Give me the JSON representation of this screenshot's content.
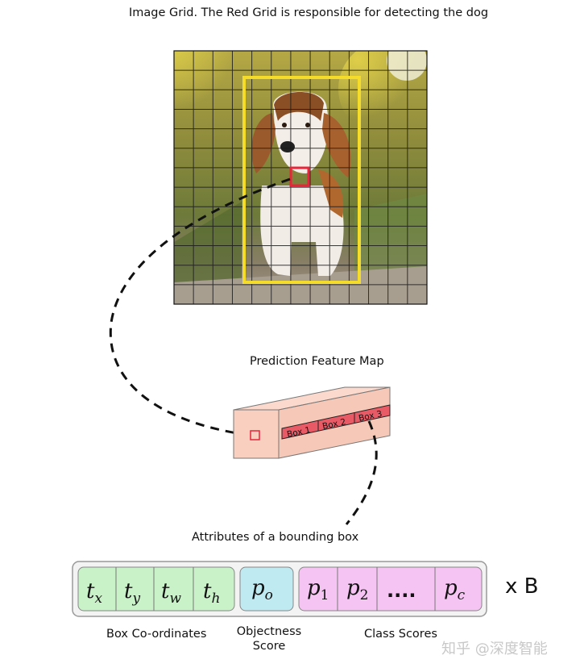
{
  "title": "Image Grid. The Red Grid is responsible for detecting the dog",
  "feature_map": {
    "label": "Prediction Feature Map",
    "boxes": [
      "Box 1",
      "Box 2",
      "Box 3"
    ]
  },
  "attributes": {
    "label": "Attributes of a bounding box",
    "box_coords": {
      "label": "Box Co-ordinates",
      "cells": [
        {
          "base": "t",
          "sub": "x"
        },
        {
          "base": "t",
          "sub": "y"
        },
        {
          "base": "t",
          "sub": "w"
        },
        {
          "base": "t",
          "sub": "h"
        }
      ]
    },
    "objectness": {
      "label_line1": "Objectness",
      "label_line2": "Score",
      "cell": {
        "base": "p",
        "sub": "o"
      }
    },
    "class_scores": {
      "label": "Class Scores",
      "cells": [
        {
          "base": "p",
          "sub": "1"
        },
        {
          "base": "p",
          "sub": "2"
        },
        {
          "base": "....",
          "sub": ""
        },
        {
          "base": "p",
          "sub": "c"
        }
      ]
    },
    "multiplier": "x B"
  },
  "colors": {
    "grid_yellow": "#f5dc2a",
    "grid_red": "#e8253a",
    "coords_fill": "#c9f2c9",
    "objectness_fill": "#bfeaf2",
    "class_fill": "#f5c4f2",
    "feature_face": "#f9cfc0",
    "box_strip": "#e85a66"
  },
  "watermark": "知乎 @深度智能"
}
